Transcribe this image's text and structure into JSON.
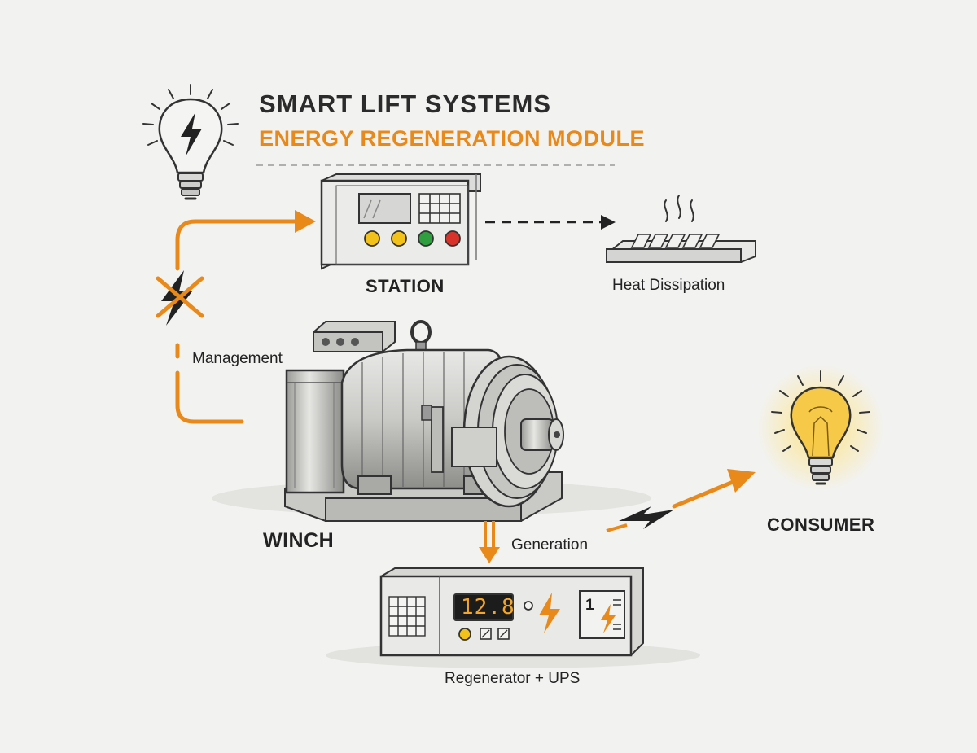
{
  "header": {
    "title": "SMART LIFT SYSTEMS",
    "subtitle": "ENERGY REGENERATION MODULE"
  },
  "labels": {
    "station": "STATION",
    "heat": "Heat Dissipation",
    "management": "Management",
    "winch": "WINCH",
    "generation": "Generation",
    "consumer": "CONSUMER",
    "regenerator": "Regenerator + UPS"
  },
  "display": {
    "reading": "12.8",
    "socket_number": "1"
  },
  "colors": {
    "accent": "#e8891a",
    "ink": "#2b2b2b",
    "paper": "#f2f2f0",
    "bulb_glow": "#f7c948",
    "btn_yellow": "#f2c21b",
    "btn_green": "#2e9e3e",
    "btn_red": "#d9322a"
  }
}
